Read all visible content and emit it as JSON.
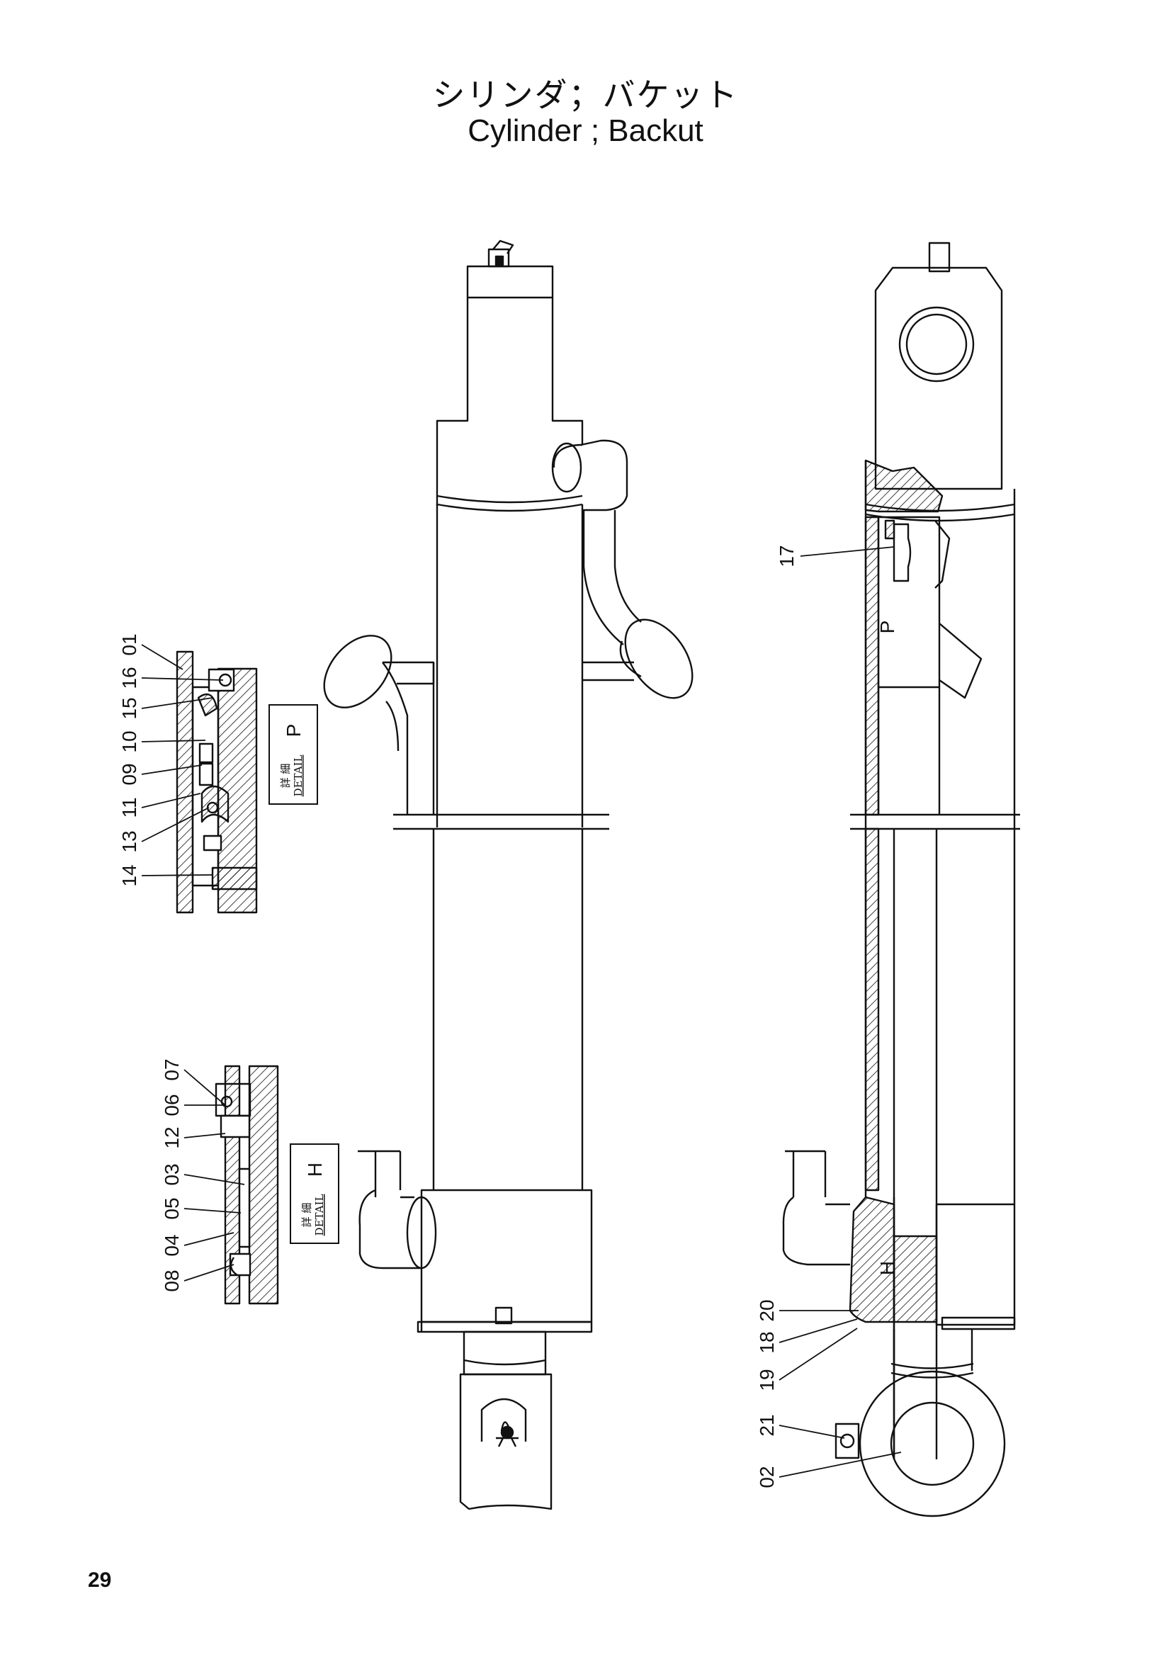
{
  "title": {
    "japanese": "シリンダ；バケット",
    "english": "Cylinder ; Backut"
  },
  "page_number": "29",
  "details": [
    {
      "id": "P",
      "prefix_jp": "詳 細",
      "prefix_en": "DETAIL",
      "letter": "P"
    },
    {
      "id": "H",
      "prefix_jp": "詳 細",
      "prefix_en": "DETAIL",
      "letter": "H"
    }
  ],
  "callouts": {
    "detail_p": [
      "01",
      "16",
      "15",
      "10",
      "09",
      "11",
      "13",
      "14"
    ],
    "detail_h": [
      "07",
      "06",
      "12",
      "03",
      "05",
      "04",
      "08"
    ],
    "section_view": [
      "17",
      "20",
      "18",
      "19",
      "21",
      "02"
    ],
    "section_marks": [
      "P",
      "H"
    ]
  }
}
